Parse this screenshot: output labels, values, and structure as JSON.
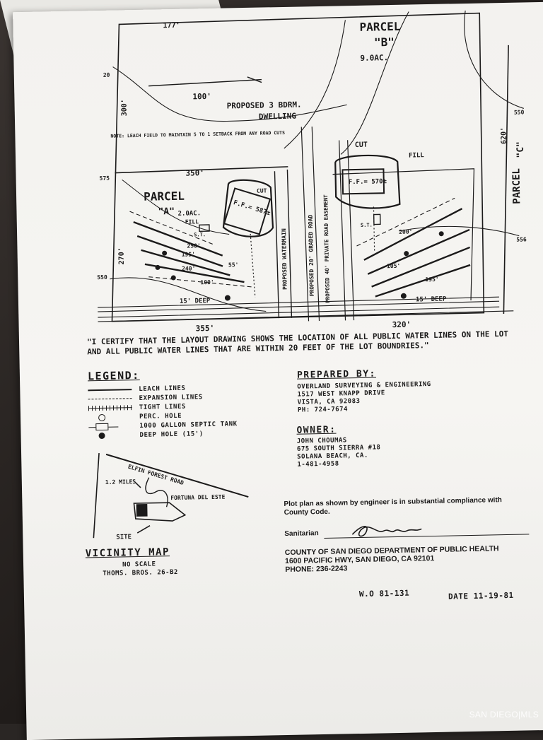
{
  "plan": {
    "parcel_b_title": "PARCEL",
    "parcel_b_letter": "\"B\"",
    "parcel_b_acres": "9.0AC.",
    "parcel_a_title": "PARCEL",
    "parcel_a_letter": "\"A\"",
    "parcel_a_acres": "2.0AC.",
    "parcel_c_title": "PARCEL",
    "parcel_c_letter": "\"C\"",
    "proposed_dwelling_1": "PROPOSED 3 BDRM.",
    "proposed_dwelling_2": "DWELLING",
    "note": "NOTE: LEACH FIELD TO MAINTAIN 5 TO 1 SETBACK FROM ANY ROAD CUTS",
    "ff_a": "F.F.= 587±",
    "ff_b": "F.F.= 570±",
    "cut_a": "CUT",
    "cut_b": "CUT",
    "fill_a": "FILL",
    "fill_b": "FILL",
    "st_a": "S.T.",
    "st_b": "S.T.",
    "dim_top": "177'",
    "dim_100": "100'",
    "dim_300": "300'",
    "dim_350": "350'",
    "dim_270": "270'",
    "dim_355": "355'",
    "dim_320": "320'",
    "dim_620": "620'",
    "dim_250": "250'",
    "dim_195": "195'",
    "dim_55": "55'",
    "dim_240": "240'",
    "dim_100b": "100'",
    "dim_200": "200'",
    "dim_105": "105'",
    "dim_195b": "195'",
    "deep_a": "15' DEEP",
    "deep_b": "15' DEEP",
    "contour_575": "575",
    "contour_550": "550",
    "contour_550r": "550",
    "contour_556": "556",
    "contour_20": "20",
    "watermain": "PROPOSED WATERMAIN",
    "graded_road": "PROPOSED 20' GRADED ROAD",
    "private_road": "PROPOSED 40' PRIVATE ROAD EASEMENT"
  },
  "certification": "\"I CERTIFY THAT THE LAYOUT DRAWING SHOWS THE LOCATION OF ALL PUBLIC WATER LINES ON THE LOT AND ALL PUBLIC WATER LINES THAT ARE WITHIN 20 FEET OF THE LOT BOUNDRIES.\"",
  "legend": {
    "title": "LEGEND:",
    "items": [
      "LEACH LINES",
      "EXPANSION LINES",
      "TIGHT LINES",
      "PERC. HOLE",
      "1000 GALLON SEPTIC TANK",
      "DEEP HOLE (15')"
    ]
  },
  "prepared": {
    "title": "PREPARED BY:",
    "lines": [
      "OVERLAND SURVEYING & ENGINEERING",
      "1517 WEST KNAPP DRIVE",
      "VISTA, CA 92083",
      "PH: 724-7674"
    ]
  },
  "owner": {
    "title": "OWNER:",
    "lines": [
      "JOHN CHOUMAS",
      "675 SOUTH SIERRA #18",
      "SOLANA BEACH, CA.",
      "1-481-4958"
    ]
  },
  "vicinity": {
    "road": "ELFIN FOREST ROAD",
    "miles": "1.2 MILES",
    "fortuna": "FORTUNA DEL ESTE",
    "site": "SITE",
    "title": "VICINITY MAP",
    "scale": "NO SCALE",
    "thomas": "THOMS. BROS. 26-B2"
  },
  "compliance": "Plot plan as shown by engineer is in substantial compliance with County Code.",
  "sanitarian_label": "Sanitarian",
  "county": {
    "line1": "COUNTY OF SAN DIEGO DEPARTMENT OF PUBLIC HEALTH",
    "line2": "1600 PACIFIC HWY, SAN DIEGO, CA 92101",
    "line3": "PHONE: 236-2243"
  },
  "work_order": "W.O 81-131",
  "date": "DATE 11-19-81",
  "watermark": "SAN DIEGO|MLS"
}
